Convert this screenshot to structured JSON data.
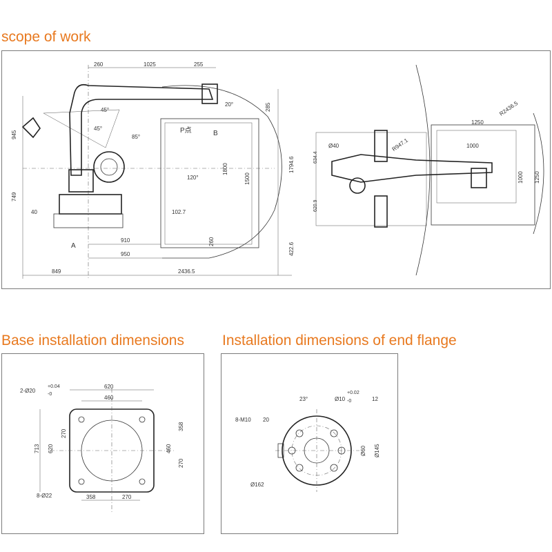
{
  "headings": {
    "scope": "scope of work",
    "base": "Base installation dimensions",
    "flange": "Installation dimensions of end flange"
  },
  "colors": {
    "heading": "#e8791f",
    "line": "#333333",
    "border": "#7a7a7a"
  },
  "scope": {
    "top_dims": [
      "260",
      "1025",
      "255"
    ],
    "left_dims": [
      "945",
      "749",
      "40"
    ],
    "bottom_dims": [
      "910",
      "950",
      "849",
      "2436.5"
    ],
    "right_dims": [
      "285",
      "1794.6",
      "422.6",
      "1800",
      "1500"
    ],
    "angles": [
      "45°",
      "45°",
      "85°",
      "20°",
      "120°"
    ],
    "inner_dims": [
      "102.7",
      "260"
    ],
    "marks": [
      "A",
      "B",
      "P点"
    ],
    "top_view_dims": [
      "Ø40",
      "R947.1",
      "634.4",
      "620.9"
    ],
    "reach_dims": [
      "1250",
      "R2436.5",
      "1000",
      "1000",
      "1250"
    ]
  },
  "base": {
    "hole_spec_main": "2-Ø20",
    "hole_tol_top": "+0.04",
    "hole_tol_bottom": "-0",
    "width_outer": "620",
    "width_inner": "460",
    "height_outer": "713",
    "height_mid": "620",
    "height_upper": "270",
    "right_inner": "460",
    "right_upper": "358",
    "right_lower": "270",
    "holes_label": "8-Ø22",
    "bottom_left": "358",
    "bottom_right": "270"
  },
  "flange": {
    "angle": "23°",
    "bore_main": "Ø10",
    "bore_tol_top": "+0.02",
    "bore_tol_bottom": "-0",
    "bore_depth": "12",
    "thread_label": "8-M10",
    "thread_depth": "20",
    "dia_inner": "Ø60",
    "dia_pcd": "Ø145",
    "dia_outer": "Ø162"
  }
}
